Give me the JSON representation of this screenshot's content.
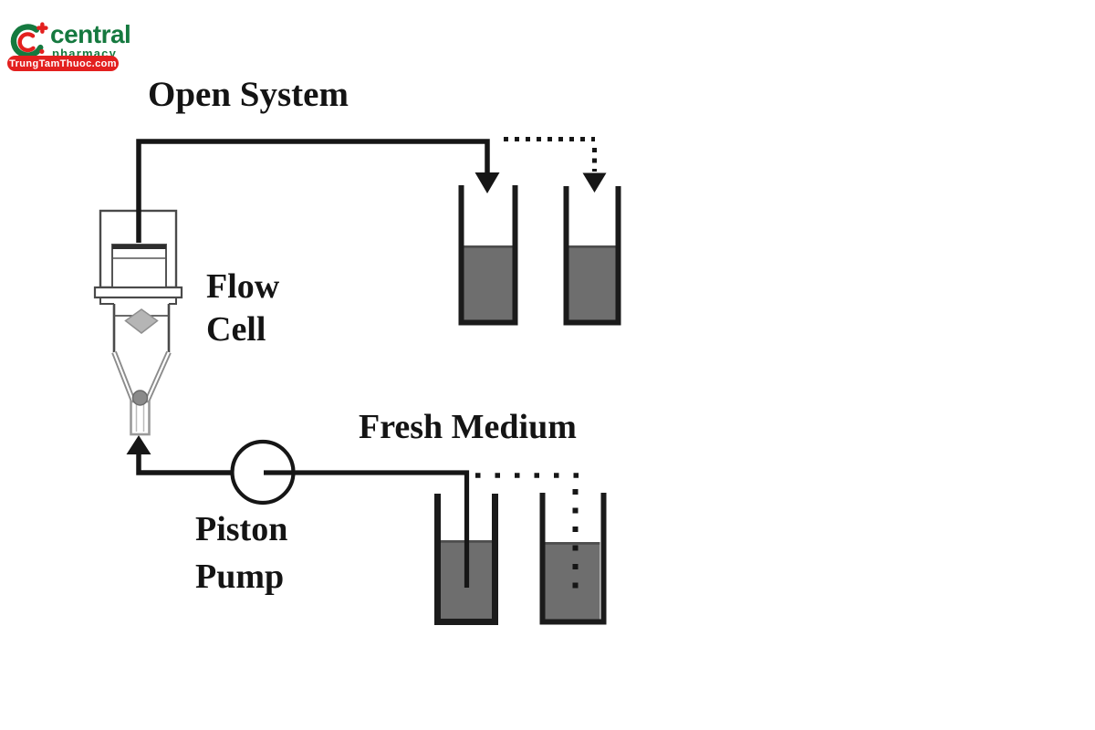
{
  "logo": {
    "brand": "central",
    "tagline": "pharmacy",
    "banner": "TrungTamThuoc.com",
    "colors": {
      "green": "#15793f",
      "red": "#e3201f"
    }
  },
  "diagram": {
    "title": "Open System",
    "labels": {
      "flow_cell_line1": "Flow",
      "flow_cell_line2": "Cell",
      "fresh_medium": "Fresh Medium",
      "piston_pump_line1": "Piston",
      "piston_pump_line2": "Pump"
    },
    "colors": {
      "tubing": "#161616",
      "beaker_outline": "#1b1b1b",
      "liquid": "#6e6e6e",
      "apparatus_outline": "#4a4a4a",
      "cone_wall": "#8c8c8c",
      "diamond": "#b5b5b5"
    }
  }
}
